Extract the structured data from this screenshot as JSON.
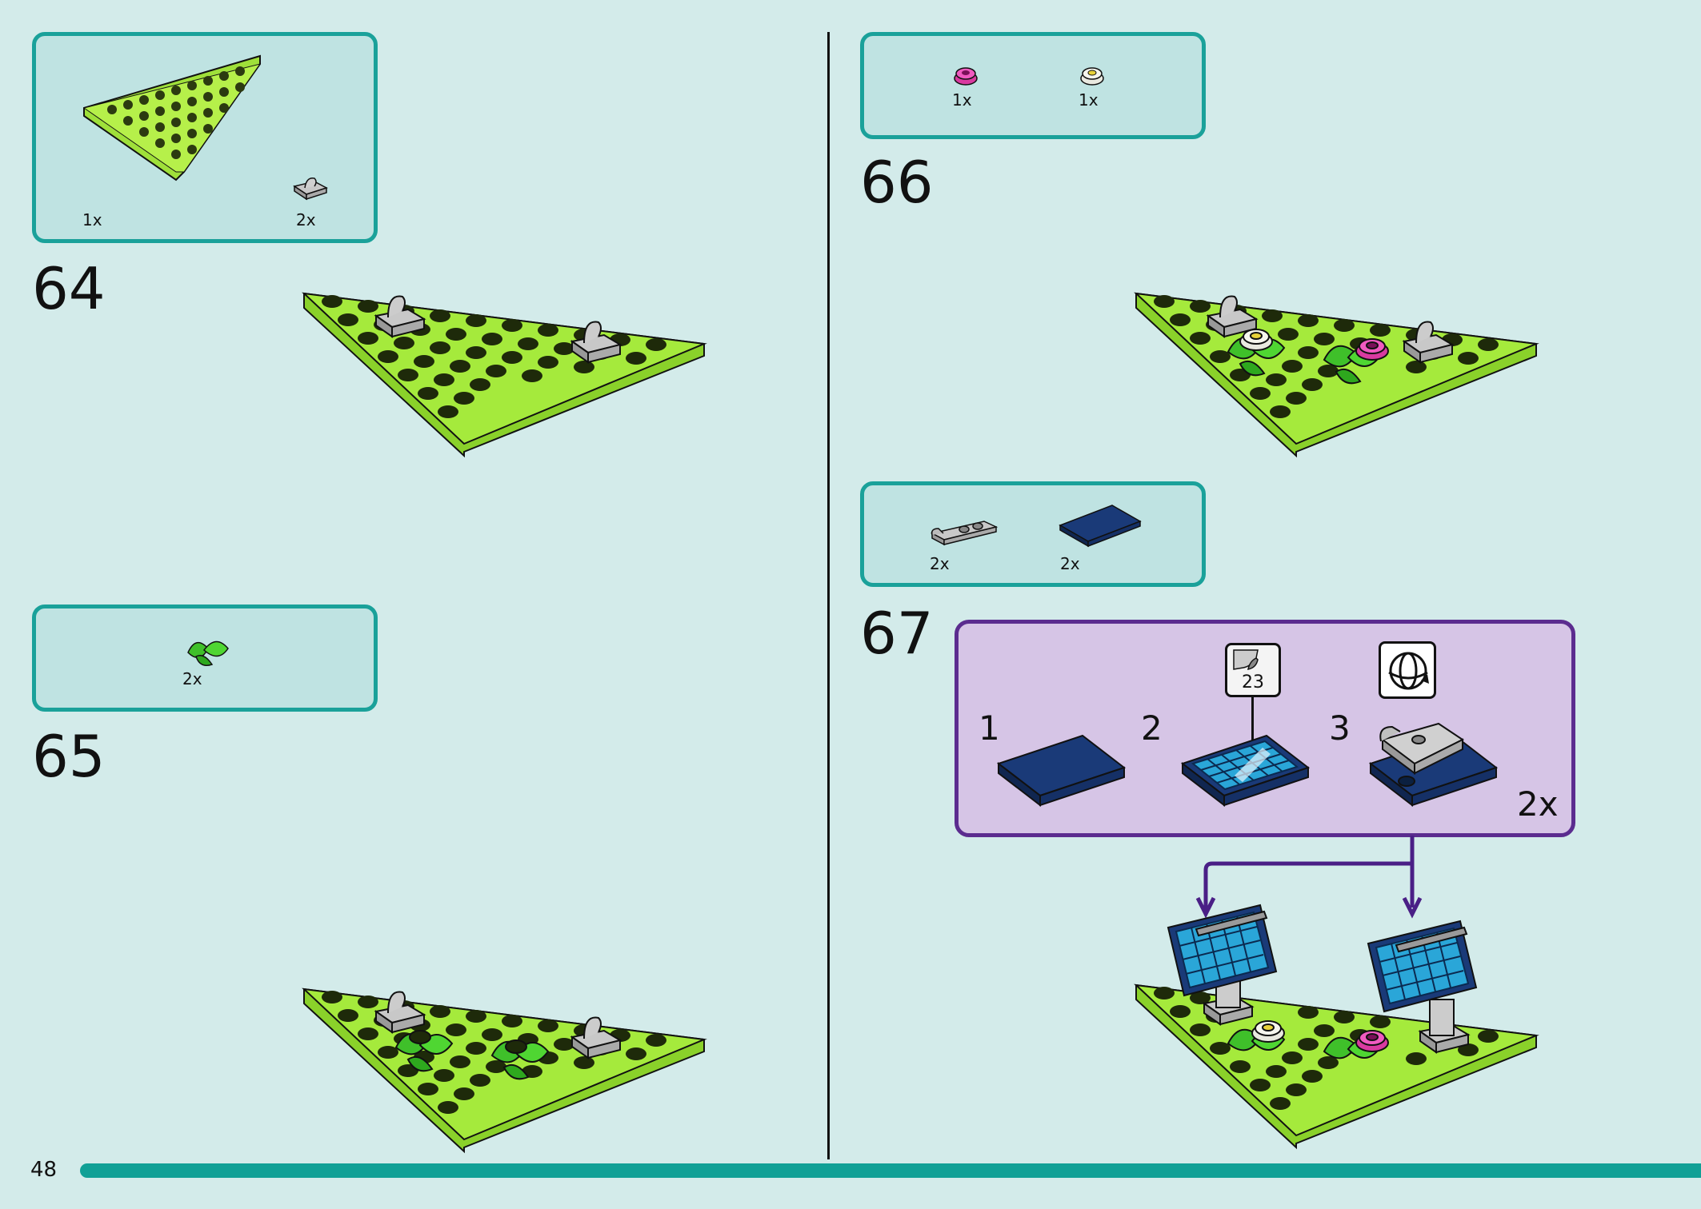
{
  "page": {
    "number": "48"
  },
  "steps": [
    {
      "number": "64",
      "parts": [
        {
          "name": "green wedge plate",
          "qty": "1x"
        },
        {
          "name": "grey clip plate",
          "qty": "2x"
        }
      ]
    },
    {
      "number": "65",
      "parts": [
        {
          "name": "green leaves",
          "qty": "2x"
        }
      ]
    },
    {
      "number": "66",
      "parts": [
        {
          "name": "pink flower",
          "qty": "1x"
        },
        {
          "name": "white flower",
          "qty": "1x"
        }
      ]
    },
    {
      "number": "67",
      "parts": [
        {
          "name": "grey bar holder plate",
          "qty": "2x"
        },
        {
          "name": "dark blue tile",
          "qty": "2x"
        }
      ],
      "substeps": {
        "labels": [
          "1",
          "2",
          "3"
        ],
        "sticker": "23",
        "multiplier": "2x"
      }
    }
  ],
  "icons": {
    "sticker": "sticker-icon",
    "rotate": "rotate-model-icon",
    "arrow": "down-arrow-icon"
  },
  "colors": {
    "background": "#d3ebea",
    "parts_border": "#1aa19a",
    "substep_bg": "#d6c5e6",
    "substep_border": "#5b2c8f",
    "plate_green": "#9fe03a",
    "progress": "#10a096"
  }
}
